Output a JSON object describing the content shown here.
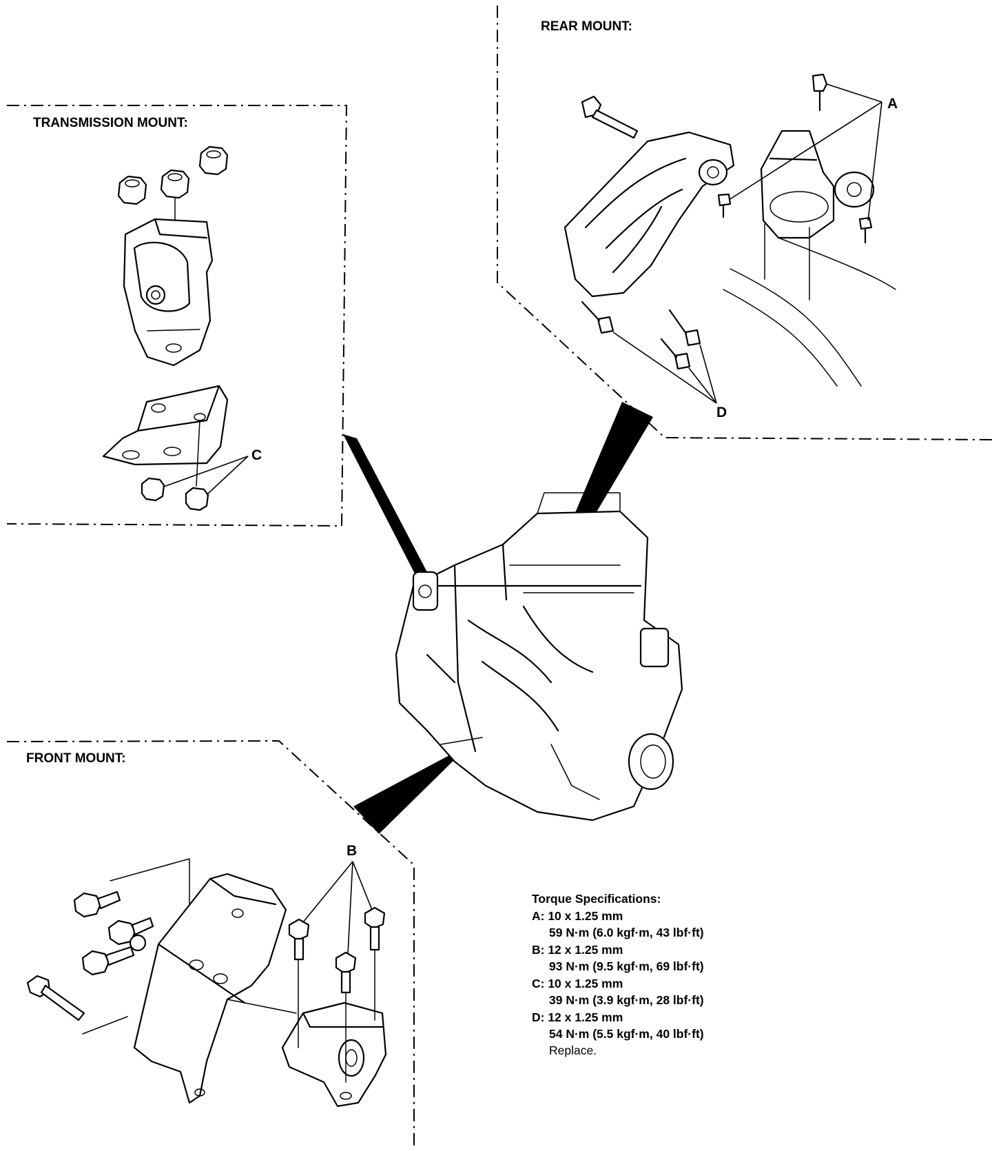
{
  "diagram": {
    "rear_mount": {
      "title": "REAR MOUNT:"
    },
    "transmission_mount": {
      "title": "TRANSMISSION MOUNT:"
    },
    "front_mount": {
      "title": "FRONT MOUNT:"
    },
    "callouts": {
      "a": "A",
      "b": "B",
      "c": "C",
      "d": "D"
    },
    "torque_specifications": {
      "heading": "Torque Specifications:",
      "items": [
        {
          "size": "A: 10 x 1.25 mm",
          "torque": "59 N·m (6.0 kgf·m, 43 lbf·ft)"
        },
        {
          "size": "B: 12 x 1.25 mm",
          "torque": "93 N·m (9.5 kgf·m, 69 lbf·ft)"
        },
        {
          "size": "C: 10 x 1.25 mm",
          "torque": "39 N·m (3.9 kgf·m, 28 lbf·ft)"
        },
        {
          "size": "D: 12 x 1.25 mm",
          "torque": "54 N·m (5.5 kgf·m, 40 lbf·ft)",
          "note": "Replace."
        }
      ]
    }
  }
}
